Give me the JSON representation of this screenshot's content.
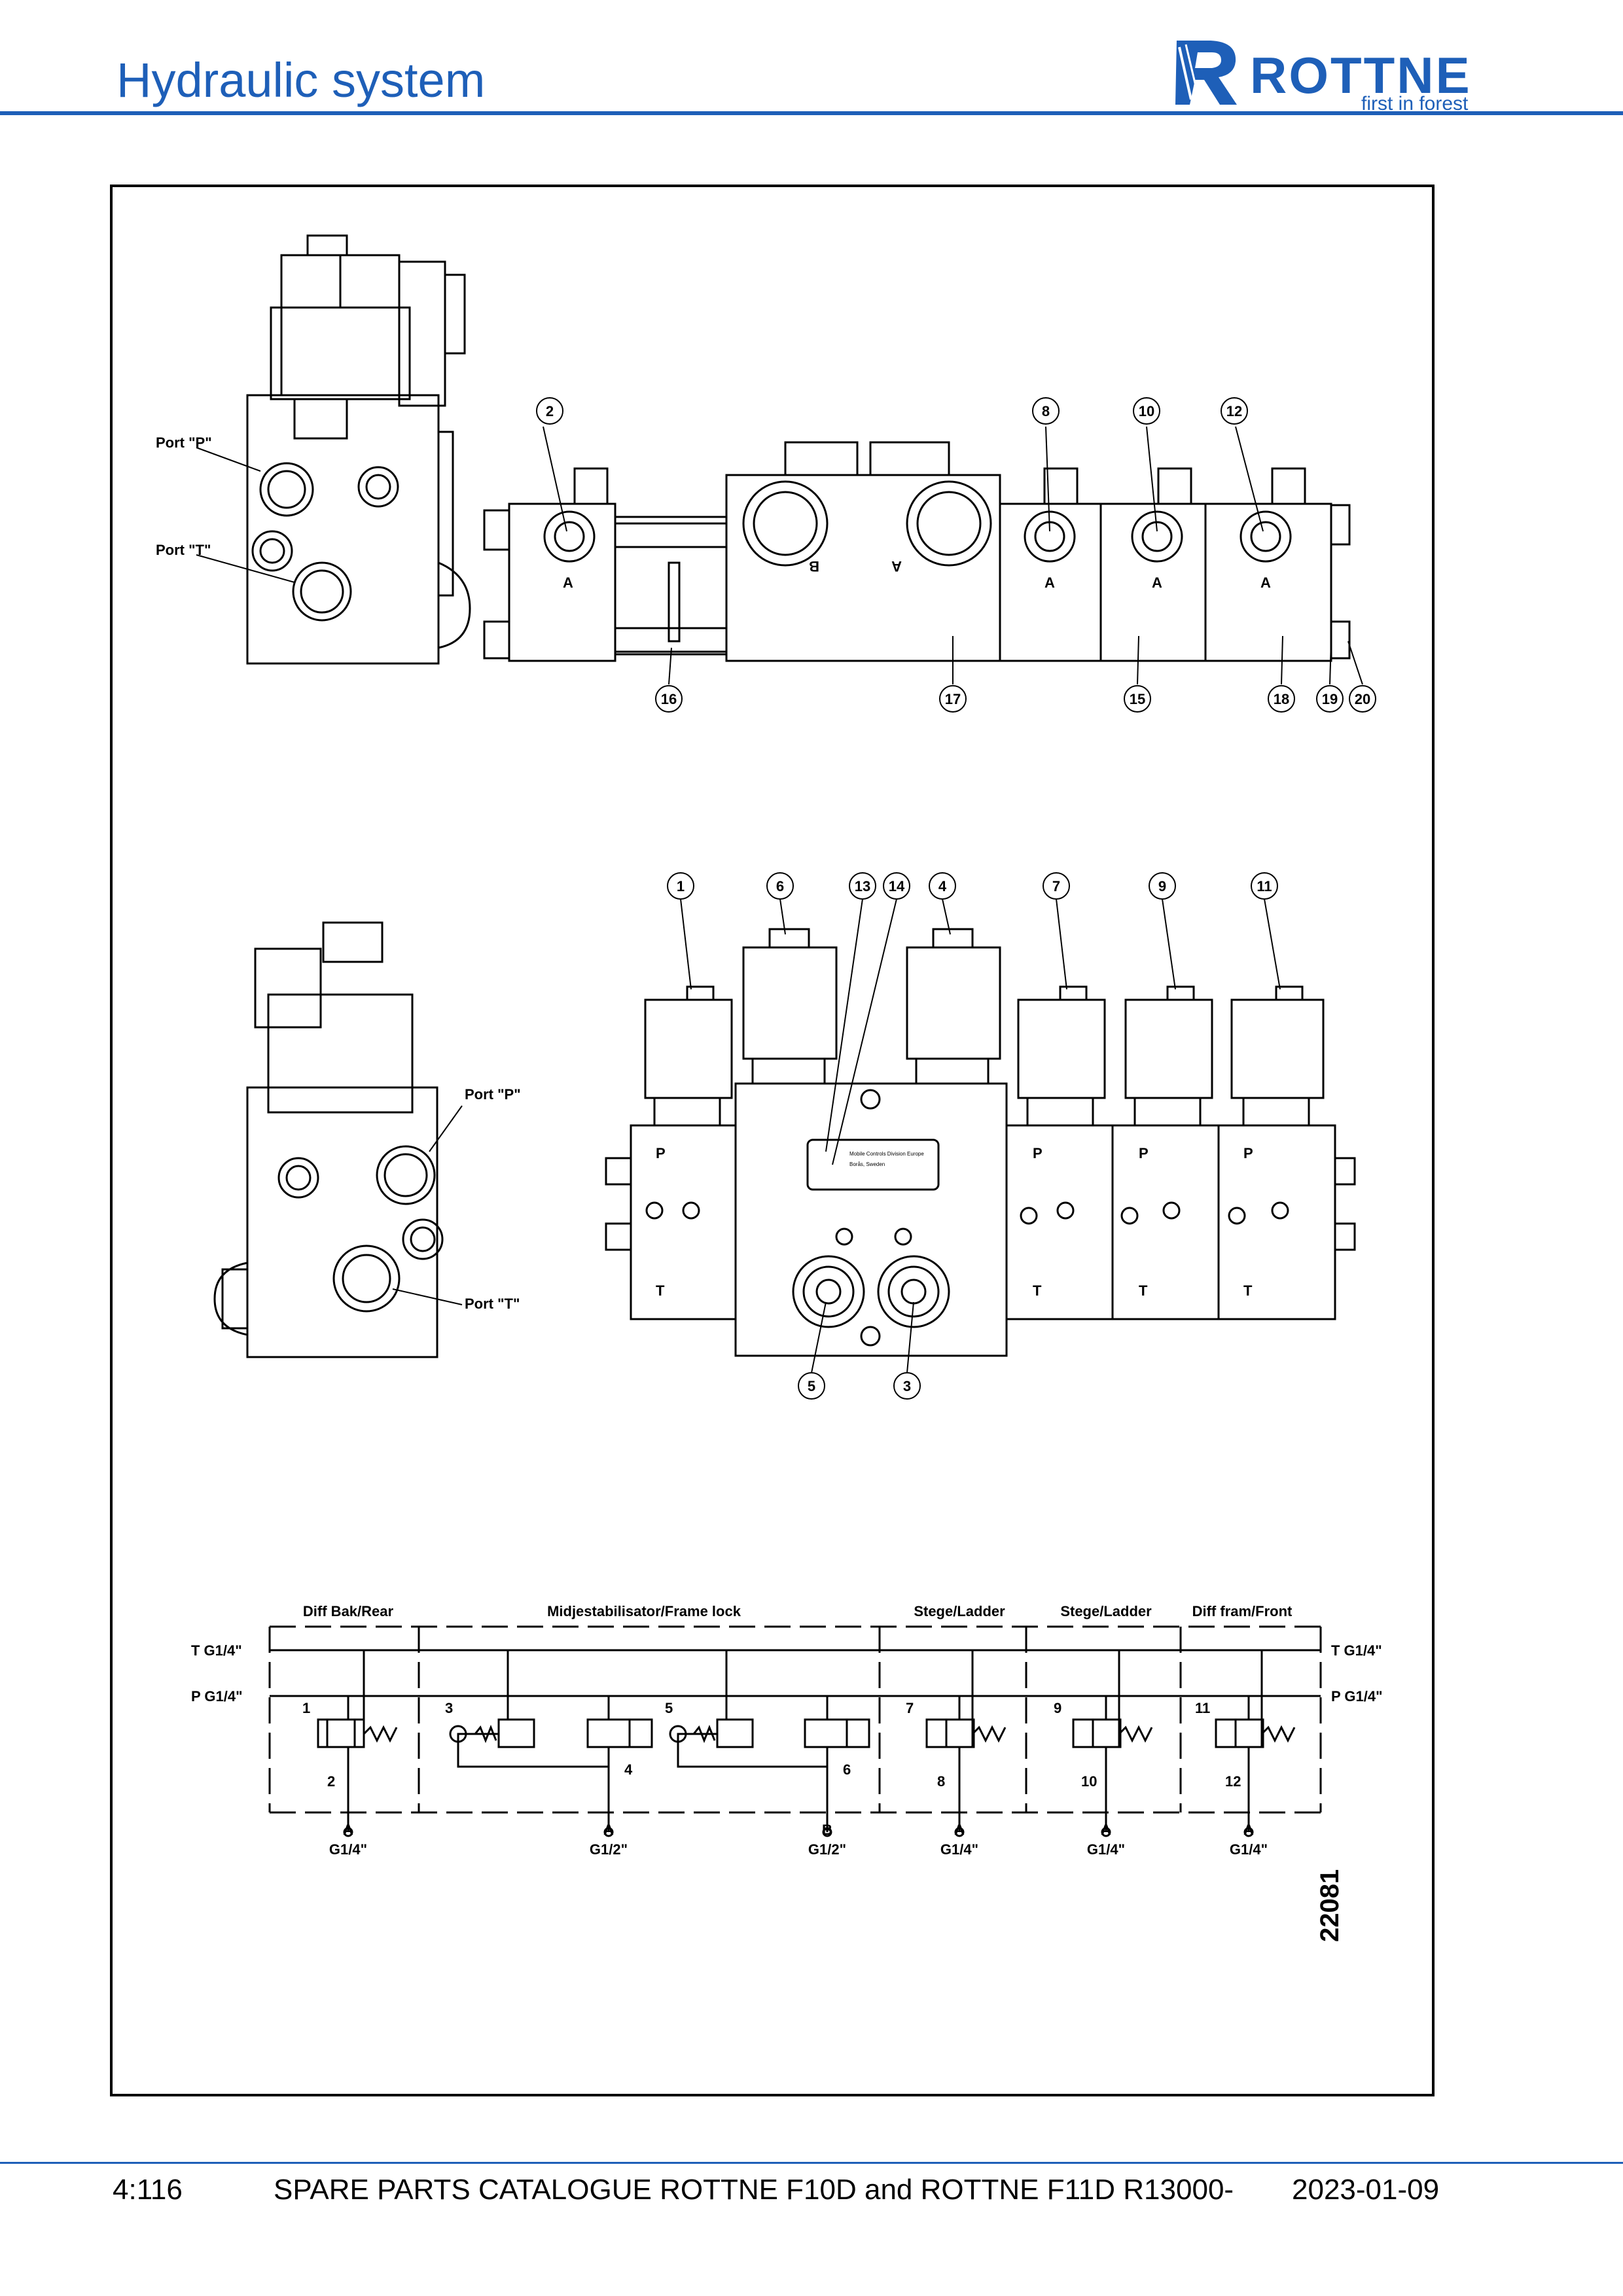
{
  "header": {
    "title": "Hydraulic system",
    "brand": {
      "name": "ROTTNE",
      "tagline": "first in forest",
      "color": "#1e5fb8"
    }
  },
  "views": {
    "top": {
      "port_labels": [
        "Port \"P\"",
        "Port \"T\""
      ],
      "port_letters": [
        "A",
        "B",
        "A",
        "A",
        "A",
        "A"
      ],
      "callouts": [
        "2",
        "8",
        "10",
        "12",
        "16",
        "17",
        "15",
        "18",
        "19",
        "20"
      ]
    },
    "front": {
      "port_labels": [
        "Port \"P\"",
        "Port \"T\""
      ],
      "callouts": [
        "1",
        "6",
        "13",
        "14",
        "4",
        "7",
        "9",
        "11",
        "5",
        "3"
      ],
      "section_letters": [
        "P",
        "T",
        "P",
        "T",
        "P",
        "T",
        "P",
        "T"
      ],
      "nameplate": [
        "Mobile Controls Division Europe",
        "Borås, Sweden"
      ]
    }
  },
  "schematic": {
    "sections": [
      "Diff Bak/Rear",
      "Midjestabilisator/Frame lock",
      "Stege/Ladder",
      "Stege/Ladder",
      "Diff fram/Front"
    ],
    "lines": {
      "tank_left": "T G1/4\"",
      "pressure_left": "P G1/4\"",
      "tank_right": "T G1/4\"",
      "pressure_right": "P G1/4\""
    },
    "valve_numbers": [
      "1",
      "3",
      "5",
      "7",
      "9",
      "11"
    ],
    "restrictor_numbers": [
      "2",
      "4",
      "6",
      "8",
      "10",
      "12"
    ],
    "outputs": [
      {
        "port": "A",
        "size": "G1/4\""
      },
      {
        "port": "A",
        "size": "G1/2\""
      },
      {
        "port": "B",
        "size": "G1/2\""
      },
      {
        "port": "A",
        "size": "G1/4\""
      },
      {
        "port": "A",
        "size": "G1/4\""
      },
      {
        "port": "A",
        "size": "G1/4\""
      }
    ]
  },
  "drawing_number": "22081",
  "footer": {
    "page": "4:116",
    "title": "SPARE PARTS CATALOGUE ROTTNE F10D and ROTTNE F11D R13000-",
    "date": "2023-01-09"
  }
}
